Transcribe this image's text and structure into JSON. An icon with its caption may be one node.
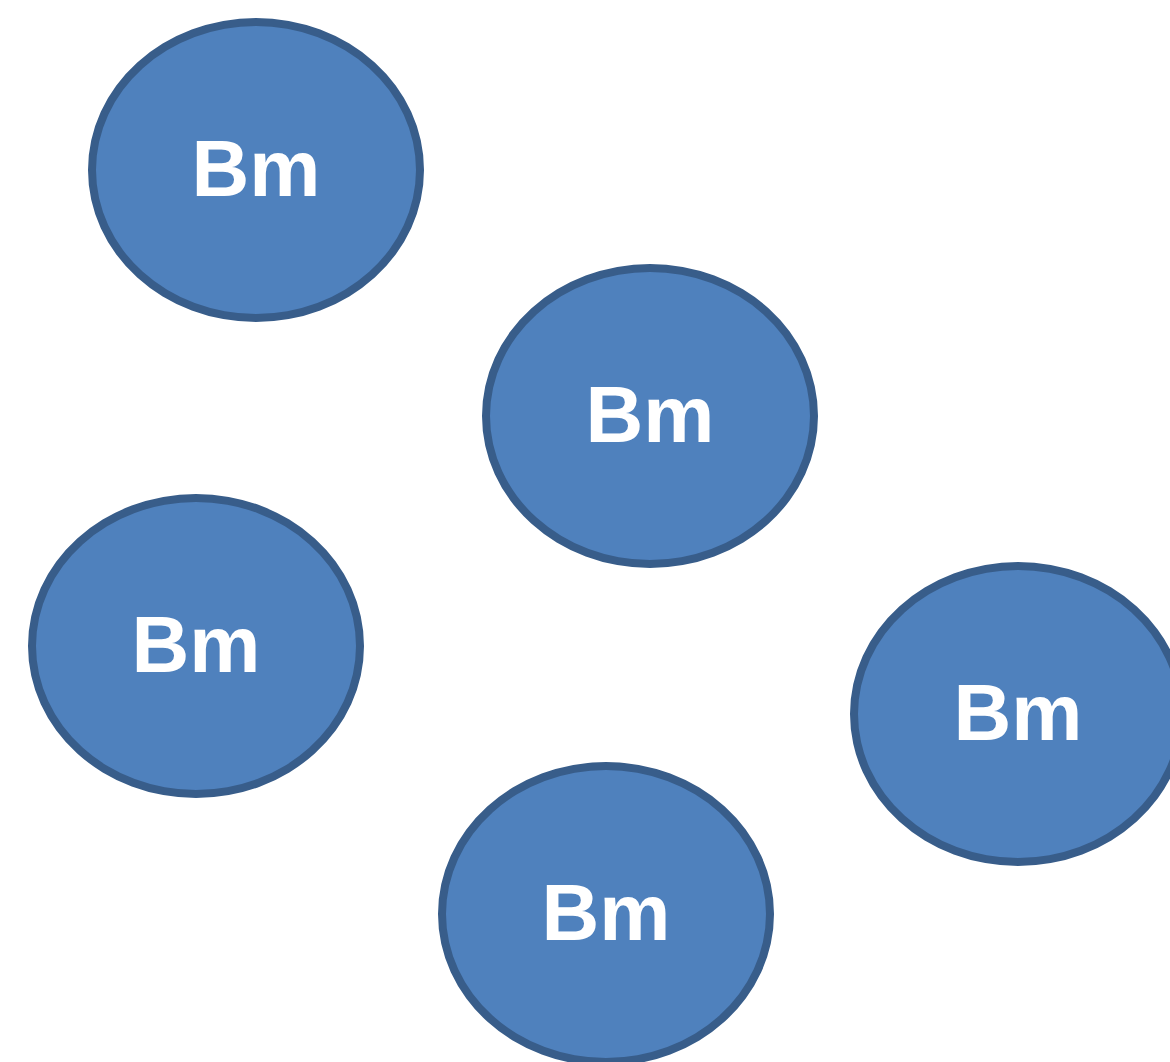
{
  "diagram": {
    "nodes": [
      {
        "text": [
          "Bm"
        ]
      },
      {
        "text": [
          "Bm"
        ]
      },
      {
        "text": [
          "Bm"
        ]
      },
      {
        "text": [
          "Bm"
        ]
      },
      {
        "text": [
          "Bm"
        ]
      }
    ]
  }
}
